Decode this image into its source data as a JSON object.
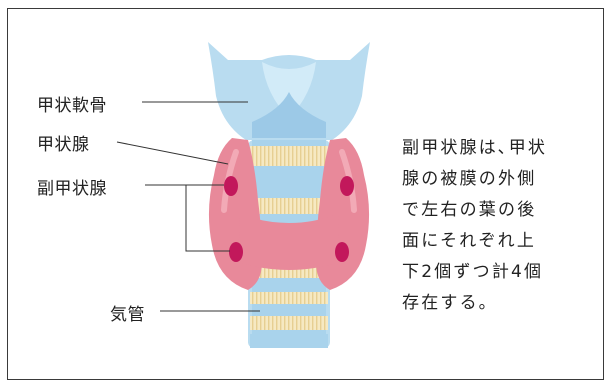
{
  "labels": {
    "thyroid_cartilage": "甲状軟骨",
    "thyroid_gland": "甲状腺",
    "parathyroid": "副甲状腺",
    "trachea": "気管"
  },
  "description": {
    "lines": [
      "副甲状腺は､甲状",
      "腺の被膜の外側",
      "で左右の葉の後",
      "面にそれぞれ上",
      "下2個ずつ計4個",
      "存在する｡"
    ]
  },
  "colors": {
    "trachea": "#b9dcf0",
    "trachea_dark": "#8ec5e6",
    "cartilage_ring": "#f4e6bb",
    "thyroid": "#e8899a",
    "thyroid_light": "#f2aab6",
    "parathyroid": "#c2185b"
  }
}
